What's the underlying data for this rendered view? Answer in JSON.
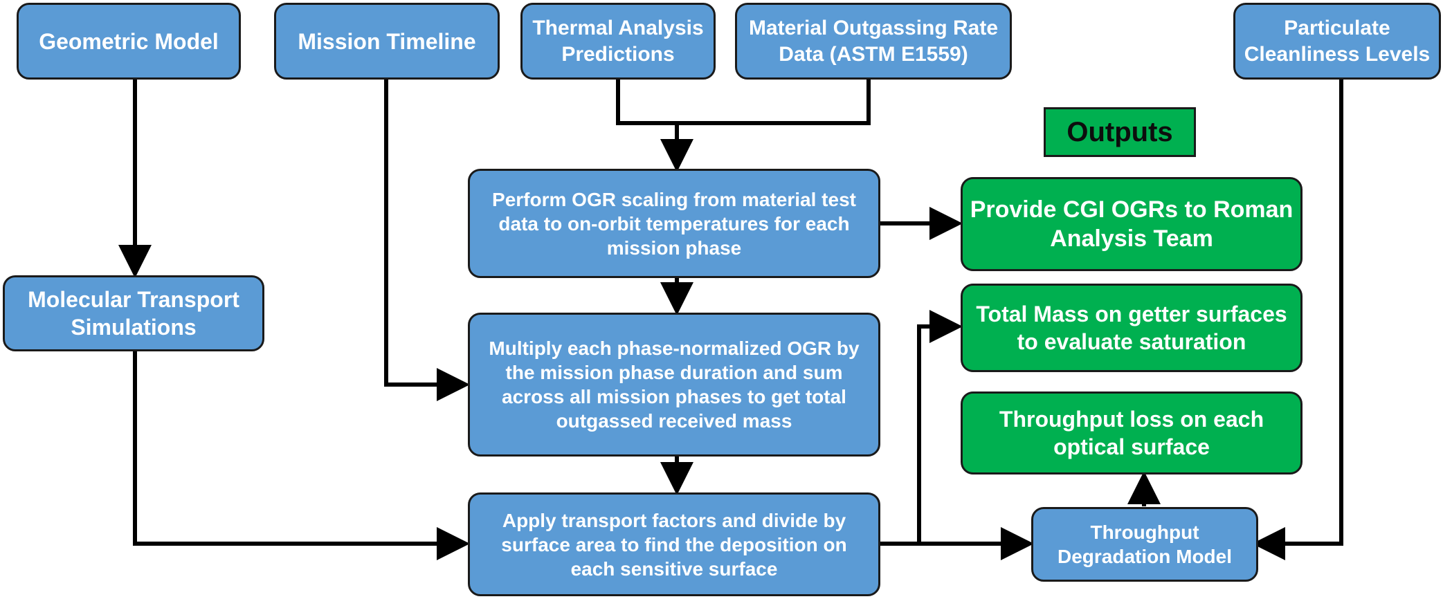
{
  "inputs": {
    "geometric_model": "Geometric Model",
    "mission_timeline": "Mission Timeline",
    "thermal_analysis": "Thermal Analysis Predictions",
    "material_outgassing": "Material Outgassing Rate Data (ASTM E1559)",
    "particulate_cleanliness": "Particulate Cleanliness Levels"
  },
  "process": {
    "molecular_transport": "Molecular Transport Simulations",
    "ogr_scaling": "Perform OGR scaling from material test data to on-orbit temperatures for each mission phase",
    "multiply_phase": "Multiply each phase-normalized OGR by the mission phase duration and sum across all mission phases to get total outgassed received mass",
    "apply_transport": "Apply transport factors and divide by surface area to find the deposition on each sensitive surface",
    "throughput_model": "Throughput Degradation Model"
  },
  "outputs": {
    "heading": "Outputs",
    "provide_ogrs": "Provide CGI OGRs to Roman Analysis Team",
    "total_mass": "Total Mass on getter surfaces to evaluate saturation",
    "throughput_loss": "Throughput loss on each optical surface"
  },
  "colors": {
    "process_fill": "#5b9bd5",
    "output_fill": "#00b050",
    "outline": "#1a1a1a"
  }
}
